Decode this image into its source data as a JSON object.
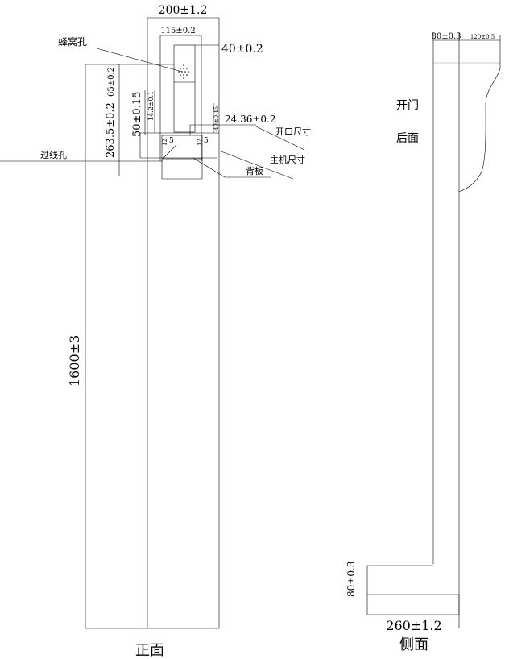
{
  "front": {
    "total_width": "200±1.2",
    "inner_width": "115±0.2",
    "slot_width": "40±0.2",
    "honeycomb_label": "蜂窝孔",
    "top_offset": "65±0.2",
    "height_to_opening": "263.5±0.2",
    "opening_height": "50±0.15",
    "inner_a": "14.2±0.1",
    "inner_b": "40±0.15",
    "opening_width": "24.36±0.2",
    "opening_label": "开口尺寸",
    "host_label": "主机尺寸",
    "cable_hole_label": "过线孔",
    "back_plate_label": "背板",
    "small_five_left": "5",
    "small_five_right": "5",
    "small_twelve_left": "12",
    "small_twelve_right": "12",
    "total_height": "1600±3",
    "view_label": "正面"
  },
  "side": {
    "top_left_dim": "80±0.3",
    "top_right_dim": "120±0.5",
    "door_label": "开门",
    "back_label": "后面",
    "foot_height": "80±0.3",
    "depth": "260±1.2",
    "view_label": "侧面"
  }
}
